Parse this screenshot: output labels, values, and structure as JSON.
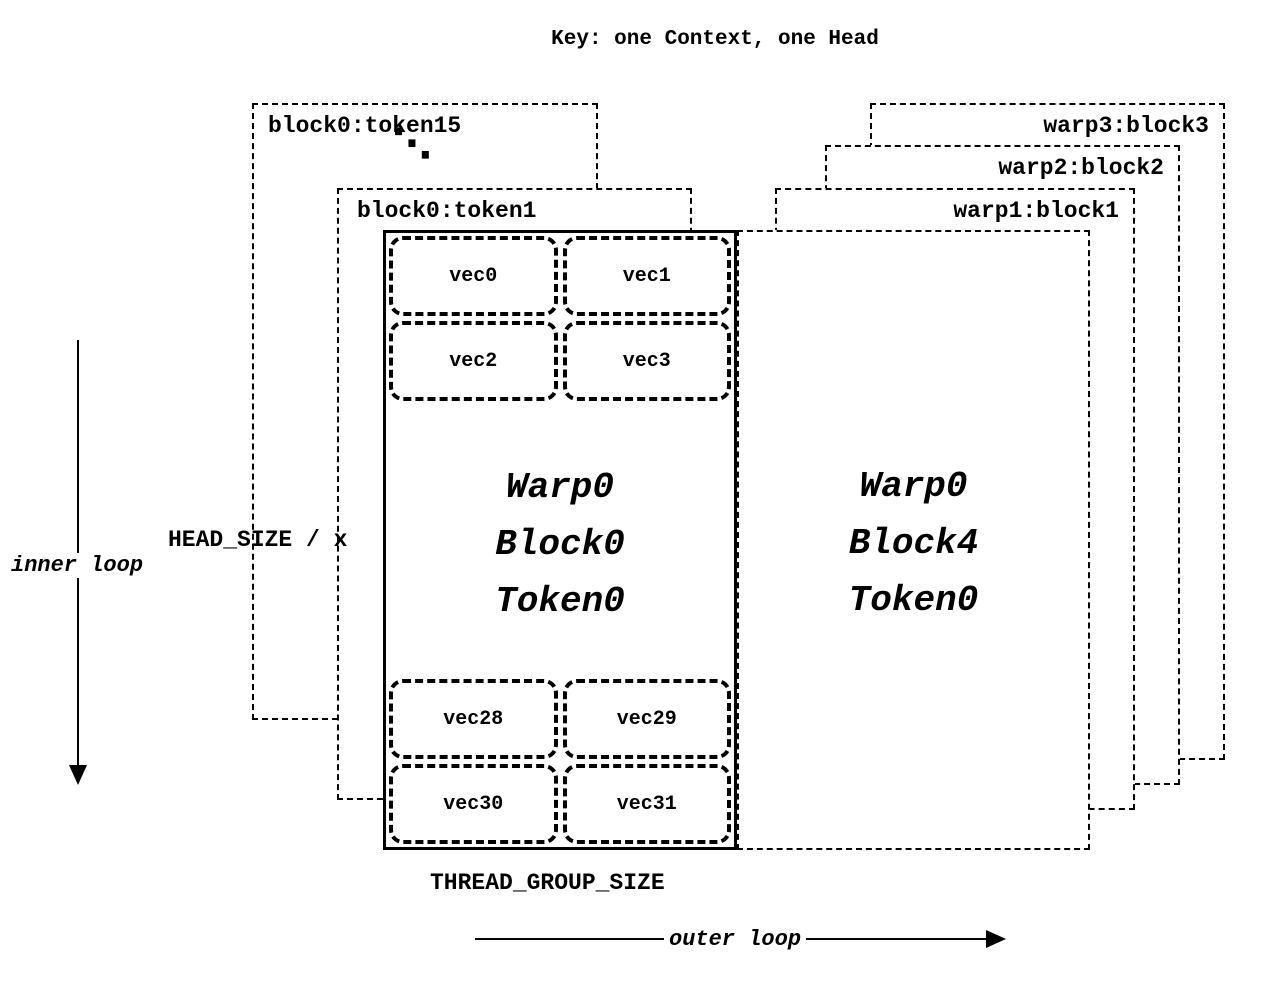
{
  "title": "Key: one Context, one Head",
  "stacked_blocks_left": {
    "token15_label": "block0:token15",
    "token1_label": "block0:token1",
    "ellipsis": "⋱"
  },
  "stacked_blocks_right": {
    "warp3_label": "warp3:block3",
    "warp2_label": "warp2:block2",
    "warp1_label": "warp1:block1"
  },
  "main_block": {
    "line1": "Warp0",
    "line2": "Block0",
    "line3": "Token0",
    "top_vecs": [
      "vec0",
      "vec1",
      "vec2",
      "vec3"
    ],
    "bottom_vecs": [
      "vec28",
      "vec29",
      "vec30",
      "vec31"
    ]
  },
  "right_block": {
    "line1": "Warp0",
    "line2": "Block4",
    "line3": "Token0"
  },
  "axis_labels": {
    "head_size": "HEAD_SIZE / x",
    "inner_loop": "inner loop",
    "thread_group_size": "THREAD_GROUP_SIZE",
    "outer_loop": "outer loop"
  }
}
